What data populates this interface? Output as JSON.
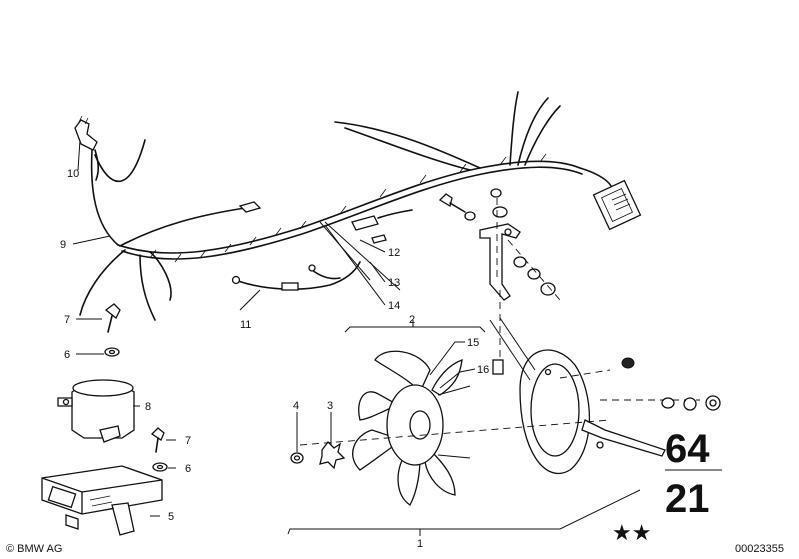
{
  "callouts": {
    "c1": "1",
    "c2": "2",
    "c3": "3",
    "c4": "4",
    "c5": "5",
    "c6a": "6",
    "c6b": "6",
    "c7a": "7",
    "c7b": "7",
    "c8": "8",
    "c9": "9",
    "c10": "10",
    "c11": "11",
    "c12": "12",
    "c13": "13",
    "c14": "14",
    "c15": "15",
    "c16": "16"
  },
  "group": {
    "main": "64",
    "sub": "21",
    "stars": "★★"
  },
  "footer": {
    "copyright": "© BMW AG",
    "image_number": "00023355"
  }
}
